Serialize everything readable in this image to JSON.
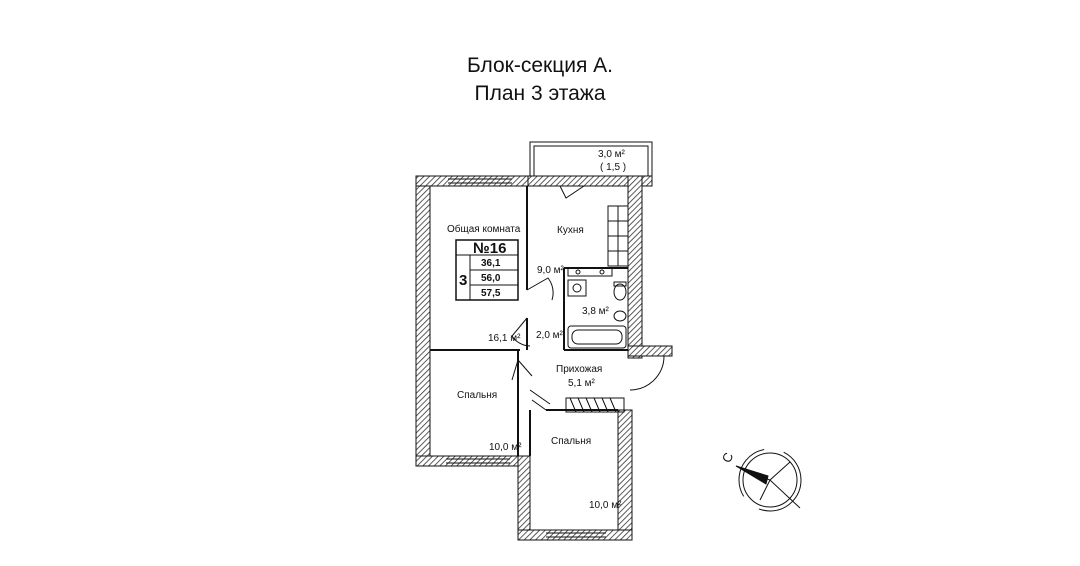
{
  "header": {
    "line1": "Блок-секция А.",
    "line2": "План 3 этажа"
  },
  "apartment": {
    "number": "№16",
    "rooms": "3",
    "living_area": "36,1",
    "total_area": "56,0",
    "area_with_balcony": "57,5"
  },
  "rooms": {
    "living_room": {
      "name": "Общая комната",
      "area": "16,1 м²"
    },
    "kitchen": {
      "name": "Кухня",
      "area": "9,0 м²"
    },
    "balcony": {
      "area": "3,0 м²",
      "coef": "( 1,5 )"
    },
    "bathroom": {
      "area": "3,8 м²"
    },
    "corridor": {
      "area": "2,0 м²"
    },
    "hallway": {
      "name": "Прихожая",
      "area": "5,1 м²"
    },
    "bedroom_left": {
      "name": "Спальня",
      "area": "10,0 м²"
    },
    "bedroom_right": {
      "name": "Спальня",
      "area": "10,0 м²"
    }
  },
  "compass": {
    "label": "С"
  }
}
